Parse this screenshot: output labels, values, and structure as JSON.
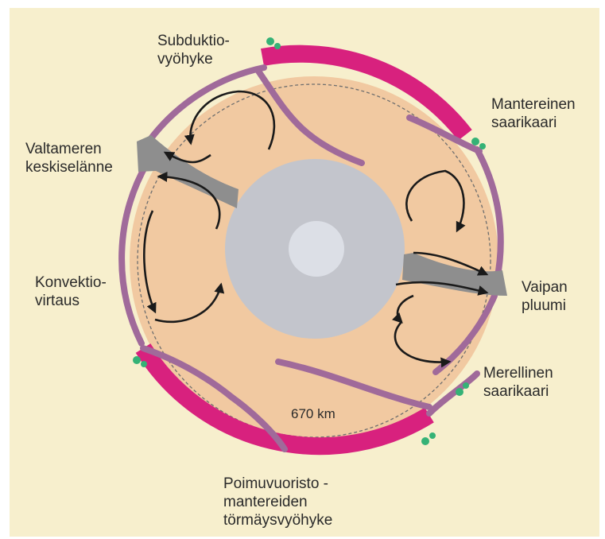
{
  "colors": {
    "background": "#f7efcd",
    "mantle": "#f1c9a1",
    "outer_core": "#c3c5cc",
    "inner_core": "#dcdfe6",
    "plate": "#a06a9a",
    "continental_crust": "#d8217e",
    "plume": "#8e8e8e",
    "volcano": "#35b276",
    "arrows": "#1a1a1a"
  },
  "labels": {
    "subduction": "Subduktio-\nvyöhyke",
    "continental_arc": "Mantereinen\nsaarikaari",
    "mid_ocean_ridge": "Valtameren\nkeskiselänne",
    "convection": "Konvektio-\nvirtaus",
    "mantle_plume": "Vaipan\npluumi",
    "oceanic_arc": "Merellinen\nsaarikaari",
    "collision": "Poimuvuoristo -\nmantereiden\ntörmäysvyöhyke",
    "depth": "670 km"
  },
  "icons": [
    "volcano-icon",
    "convection-arrow"
  ]
}
